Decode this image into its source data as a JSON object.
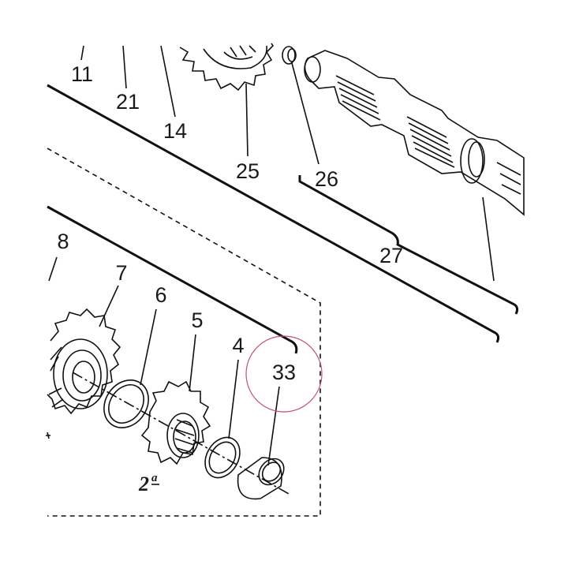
{
  "callouts": {
    "c4": "4",
    "c5": "5",
    "c6": "6",
    "c7": "7",
    "c8": "8",
    "c11": "11",
    "c14": "14",
    "c21": "21",
    "c25": "25",
    "c26": "26",
    "c27": "27",
    "c33": "33"
  },
  "gear_ordinal": {
    "number": "2",
    "suffix": "a"
  },
  "highlight": {
    "target": "33",
    "color": "#c0566a"
  },
  "ink_color": "#111111"
}
